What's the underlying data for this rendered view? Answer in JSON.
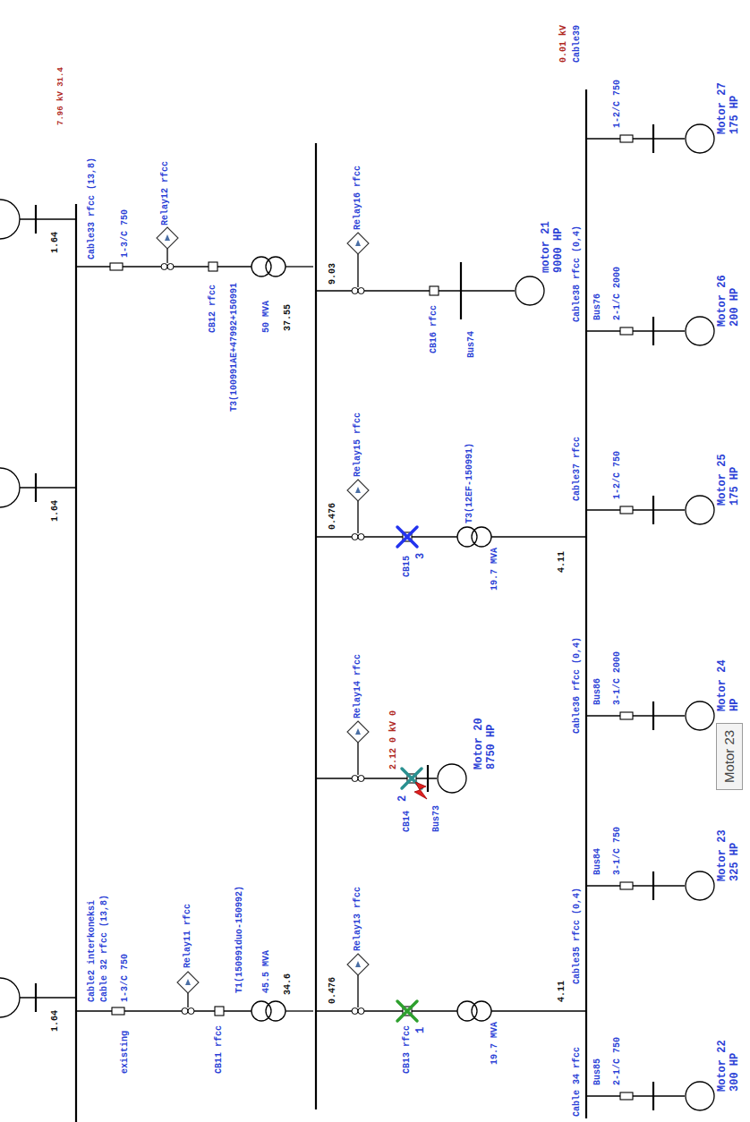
{
  "diagram": {
    "nodes": [
      {
        "text": [
          "motor 21 9000 HP"
        ]
      },
      {
        "text": [
          "Motor 20 8750 HP"
        ]
      },
      {
        "text": [
          "Motor 27 175 HP"
        ]
      },
      {
        "text": [
          "Motor 26 200 HP"
        ]
      },
      {
        "text": [
          "Motor 25 175 HP"
        ]
      },
      {
        "text": [
          "Motor 24 HP"
        ]
      },
      {
        "text": [
          "Motor 23"
        ]
      },
      {
        "text": [
          "Motor 23 325 HP"
        ]
      },
      {
        "text": [
          "Motor 22 300 HP"
        ]
      }
    ],
    "labels": [
      "1.64",
      "1.64",
      "1.64",
      "7.96 kV 31.4",
      "Cable33 rfcc (13,8)",
      "1-3/C 750",
      "Relay12 rfcc",
      "CB12 rfcc",
      "T3(100991AE+47992+150991",
      "50 MVA",
      "37.55",
      "Cable2 interkoneksi",
      "Cable 32 rfcc (13,8)",
      "1-3/C 750",
      "existing",
      "Relay11 rfcc",
      "CB11 rfcc",
      "T1(150991duo-150992)",
      "45.5 MVA",
      "34.6",
      "9.03",
      "Relay16 rfcc",
      "CB16 rfcc",
      "Bus74",
      "0.476",
      "Relay15 rfcc",
      "CB15",
      "3",
      "T3(12EF-150991)",
      "19.7 MVA",
      "4.11",
      "Relay14 rfcc",
      "2.12 0 kV 0",
      "2",
      "CB14",
      "Bus73",
      "Relay13 rfcc",
      "0.476",
      "CB13 rfcc",
      "1",
      "19.7 MVA",
      "4.11",
      "0.01 kV",
      "Cable39",
      "Cable38 rfcc (0,4)",
      "Cable37 rfcc",
      "Cable36 rfcc (0,4)",
      "Cable35 rfcc (0,4)",
      "Cable 34 rfcc",
      "1-2/C 750",
      "2-1/C 2000",
      "1-2/C 750",
      "3-1/C 2000",
      "3-1/C 750",
      "2-1/C 750",
      "Bus76",
      "Bus86",
      "Bus84",
      "Bus85"
    ]
  }
}
